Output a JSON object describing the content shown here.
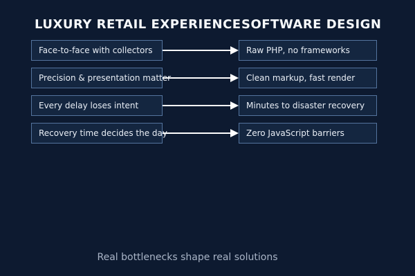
{
  "headers": {
    "left": "LUXURY RETAIL EXPERIENCE",
    "right": "SOFTWARE DESIGN"
  },
  "rows": [
    {
      "left": "Face-to-face with collectors",
      "right": "Raw PHP, no frameworks"
    },
    {
      "left": "Precision & presentation matter",
      "right": "Clean markup, fast render"
    },
    {
      "left": "Every delay loses intent",
      "right": "Minutes to disaster recovery"
    },
    {
      "left": "Recovery time decides the day",
      "right": "Zero JavaScript barriers"
    }
  ],
  "caption": "Real bottlenecks shape real solutions",
  "colors": {
    "bg": "#0d1a30",
    "box_fill": "#142640",
    "box_border": "#54749e",
    "box_text": "#e9eef5",
    "header_color": "#f7fafc",
    "arrow_color": "#ffffff",
    "caption_color": "#a9b4c6"
  }
}
